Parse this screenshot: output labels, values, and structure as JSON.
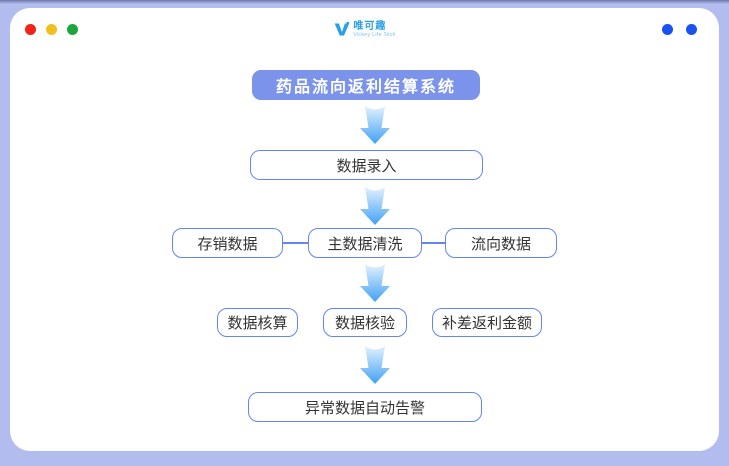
{
  "chrome": {
    "traffic_lights": [
      {
        "name": "close",
        "color": "#f22318"
      },
      {
        "name": "minimize",
        "color": "#f0c01f"
      },
      {
        "name": "maximize",
        "color": "#1ca53c"
      }
    ],
    "right_dot_color": "#1952f0",
    "logo": {
      "brand": "唯可趣",
      "subtitle": "Vickey Life Tech",
      "color": "#2aa0e6"
    }
  },
  "flowchart": {
    "colors": {
      "root_fill": "#7b93ea",
      "node_border": "#6385f6",
      "node_text": "#333333",
      "arrow_gradient_start": "#e3f2fe",
      "arrow_gradient_end": "#42a1f4"
    },
    "root": {
      "label": "药品流向返利结算系统"
    },
    "step2": {
      "label": "数据录入"
    },
    "row1": [
      {
        "label": "存销数据"
      },
      {
        "label": "主数据清洗"
      },
      {
        "label": "流向数据"
      }
    ],
    "row2": [
      {
        "label": "数据核算"
      },
      {
        "label": "数据核验"
      },
      {
        "label": "补差返利金额"
      }
    ],
    "final": {
      "label": "异常数据自动告警"
    }
  }
}
